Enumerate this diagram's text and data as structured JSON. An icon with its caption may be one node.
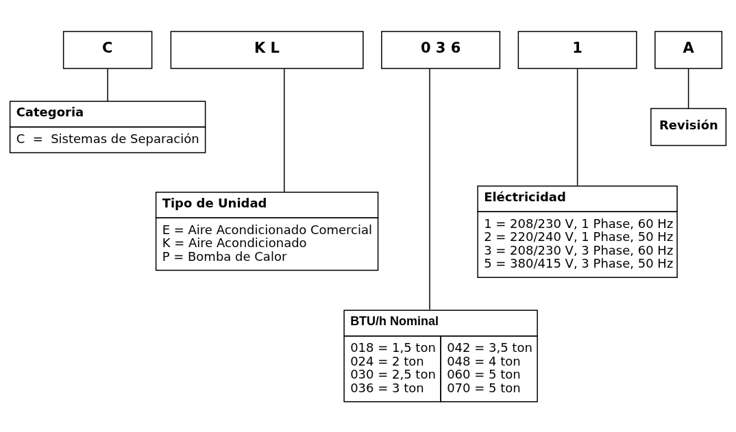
{
  "diagram": {
    "nodes": [
      {
        "text": [
          "C"
        ]
      },
      {
        "text": [
          "K L"
        ]
      },
      {
        "text": [
          "0 3 6"
        ]
      },
      {
        "text": [
          "1"
        ]
      },
      {
        "text": [
          "A"
        ]
      },
      {
        "text": [
          "Categoria",
          "C  =  Sistemas de Separación"
        ]
      },
      {
        "text": [
          "Tipo de Unidad",
          "E = Aire Acondicionado Comercial",
          "K = Aire Acondicionado",
          "P = Bomba de Calor"
        ]
      },
      {
        "text": [
          "Revisión"
        ]
      },
      {
        "text": [
          "Eléctricidad",
          "1 = 208/230 V, 1 Phase, 60 Hz",
          "2 = 220/240 V, 1 Phase, 50 Hz",
          "3 = 208/230 V, 3 Phase, 60 Hz",
          "5 = 380/415 V, 3 Phase, 50 Hz"
        ]
      },
      {
        "text": [
          "BTU/h Nominal",
          "018 = 1,5 ton",
          "024 = 2 ton",
          "030 = 2,5 ton",
          "036 = 3 ton",
          "042 = 3,5 ton",
          "048 = 4 ton",
          "060 = 5 ton",
          "070 = 5 ton"
        ]
      }
    ],
    "edges": [
      {
        "from": 0,
        "to": 5,
        "arrow": "none"
      },
      {
        "from": 1,
        "to": 6,
        "arrow": "none"
      },
      {
        "from": 2,
        "to": 9,
        "arrow": "none"
      },
      {
        "from": 3,
        "to": 8,
        "arrow": "none"
      },
      {
        "from": 4,
        "to": 7,
        "arrow": "none"
      }
    ]
  }
}
